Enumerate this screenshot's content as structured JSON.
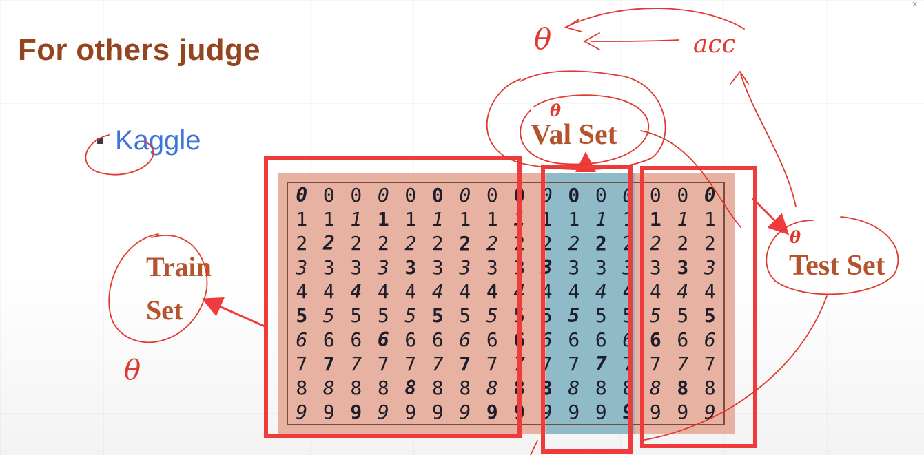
{
  "slide": {
    "title": "For others judge",
    "bullet": "Kaggle"
  },
  "labels": {
    "train_line1": "Train",
    "train_line2": "Set",
    "val": "Val Set",
    "test": "Test Set"
  },
  "handwriting": {
    "acc": "acc",
    "theta": "θ"
  },
  "mnist": {
    "rows": [
      "0000000000000000",
      "1111111111111111",
      "2222222222222222",
      "3333333333333333",
      "4444444444444444",
      "5555555555555555",
      "6666666666666666",
      "7777777777777777",
      "8888888888888888",
      "9999999999999999"
    ]
  },
  "colors": {
    "title": "#94441f",
    "bullet_text": "#3d74d6",
    "label_text": "#b5532c",
    "annotation": "#e03a30",
    "highlight_box": "#ef3b3b",
    "train_fill": "#e7b2a2",
    "val_fill": "#8fbac7"
  },
  "icons": [
    "close-icon"
  ]
}
